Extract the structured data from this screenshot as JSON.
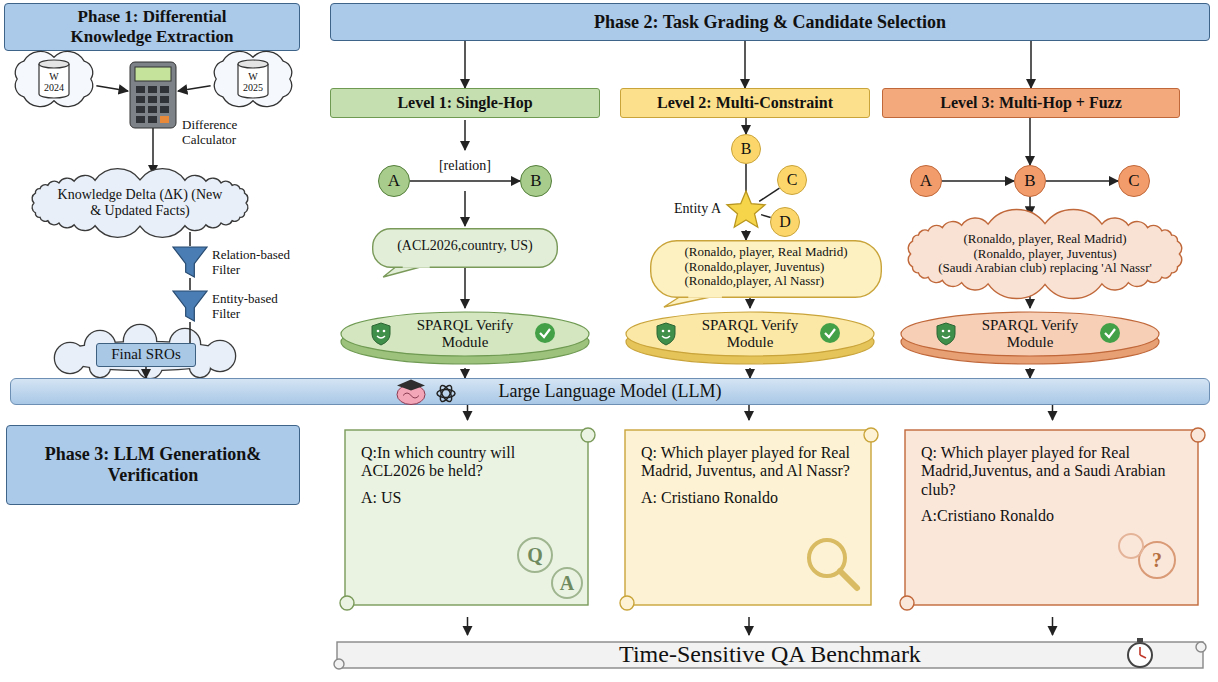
{
  "diagram": {
    "nodes": [
      {
        "text": [
          "Phase 1: Differential Knowledge Extraction"
        ]
      },
      {
        "text": [
          "W 2024"
        ]
      },
      {
        "text": [
          "W 2025"
        ]
      },
      {
        "text": [
          "Difference Calculator"
        ]
      },
      {
        "text": [
          "Knowledge Delta (ΔK) (New & Updated Facts)"
        ]
      },
      {
        "text": [
          "Relation-based Filter"
        ]
      },
      {
        "text": [
          "Entity-based Filter"
        ]
      },
      {
        "text": [
          "Final SROs"
        ]
      },
      {
        "text": [
          "Phase 2: Task Grading & Candidate Selection"
        ]
      },
      {
        "text": [
          "Level 1: Single-Hop"
        ]
      },
      {
        "text": [
          "Level 2: Multi-Constraint"
        ]
      },
      {
        "text": [
          "Level 3: Multi-Hop + Fuzz"
        ]
      },
      {
        "text": [
          "A"
        ]
      },
      {
        "text": [
          "B"
        ]
      },
      {
        "text": [
          "(ACL2026,country, US)"
        ]
      },
      {
        "text": [
          "SPARQL Verify Module"
        ]
      },
      {
        "text": [
          "Entity A"
        ]
      },
      {
        "text": [
          "B"
        ]
      },
      {
        "text": [
          "C"
        ]
      },
      {
        "text": [
          "D"
        ]
      },
      {
        "text": [
          "(Ronaldo, player, Real Madrid)",
          "(Ronaldo,player, Juventus)",
          "(Ronaldo,player, Al Nassr)"
        ]
      },
      {
        "text": [
          "SPARQL Verify Module"
        ]
      },
      {
        "text": [
          "A"
        ]
      },
      {
        "text": [
          "B"
        ]
      },
      {
        "text": [
          "C"
        ]
      },
      {
        "text": [
          "(Ronaldo, player, Real Madrid)",
          "(Ronaldo, player, Juventus)",
          "(Saudi Arabian club) replacing 'Al Nassr'"
        ]
      },
      {
        "text": [
          "SPARQL Verify Module"
        ]
      },
      {
        "text": [
          "Large Language Model (LLM)"
        ]
      },
      {
        "text": [
          "Phase 3: LLM Generation& Verification"
        ]
      },
      {
        "text": [
          "Q:In which country will ACL2026 be held?",
          "A: US"
        ]
      },
      {
        "text": [
          "Q: Which player played for Real Madrid, Juventus, and Al Nassr?",
          "A: Cristiano Ronaldo"
        ]
      },
      {
        "text": [
          "Q: Which player played for Real Madrid,Juventus, and a Saudi Arabian club?",
          "A:Cristiano Ronaldo"
        ]
      },
      {
        "text": [
          "Time-Sensitive QA Benchmark"
        ]
      }
    ],
    "edges": [
      {
        "from": 1,
        "to": 3,
        "arrow": "to"
      },
      {
        "from": 2,
        "to": 3,
        "arrow": "to"
      },
      {
        "from": 3,
        "to": 4,
        "arrow": "to"
      },
      {
        "from": 4,
        "to": 5,
        "arrow": "none"
      },
      {
        "from": 5,
        "to": 6,
        "arrow": "none"
      },
      {
        "from": 6,
        "to": 7,
        "arrow": "none"
      },
      {
        "from": 7,
        "to": 27,
        "arrow": "to"
      },
      {
        "from": 8,
        "to": 9,
        "arrow": "to"
      },
      {
        "from": 8,
        "to": 10,
        "arrow": "to"
      },
      {
        "from": 8,
        "to": 11,
        "arrow": "to"
      },
      {
        "from": 12,
        "to": 13,
        "arrow": "to",
        "label": "[relation]"
      },
      {
        "from": 14,
        "to": 15,
        "arrow": "to"
      },
      {
        "from": 15,
        "to": 27,
        "arrow": "to"
      },
      {
        "from": 10,
        "to": 17,
        "arrow": "to"
      },
      {
        "from": 16,
        "to": 17,
        "arrow": "none"
      },
      {
        "from": 16,
        "to": 18,
        "arrow": "none"
      },
      {
        "from": 16,
        "to": 19,
        "arrow": "none"
      },
      {
        "from": 16,
        "to": 20,
        "arrow": "to"
      },
      {
        "from": 20,
        "to": 21,
        "arrow": "to"
      },
      {
        "from": 21,
        "to": 27,
        "arrow": "to"
      },
      {
        "from": 11,
        "to": 23,
        "arrow": "to"
      },
      {
        "from": 22,
        "to": 23,
        "arrow": "to"
      },
      {
        "from": 23,
        "to": 24,
        "arrow": "to"
      },
      {
        "from": 23,
        "to": 25,
        "arrow": "to"
      },
      {
        "from": 25,
        "to": 26,
        "arrow": "to"
      },
      {
        "from": 26,
        "to": 27,
        "arrow": "to"
      },
      {
        "from": 27,
        "to": 29,
        "arrow": "to"
      },
      {
        "from": 27,
        "to": 30,
        "arrow": "to"
      },
      {
        "from": 27,
        "to": 31,
        "arrow": "to"
      },
      {
        "from": 29,
        "to": 32,
        "arrow": "to"
      },
      {
        "from": 30,
        "to": 32,
        "arrow": "to"
      },
      {
        "from": 31,
        "to": 32,
        "arrow": "to"
      }
    ],
    "labels": [
      "Q",
      "A",
      "?"
    ]
  }
}
